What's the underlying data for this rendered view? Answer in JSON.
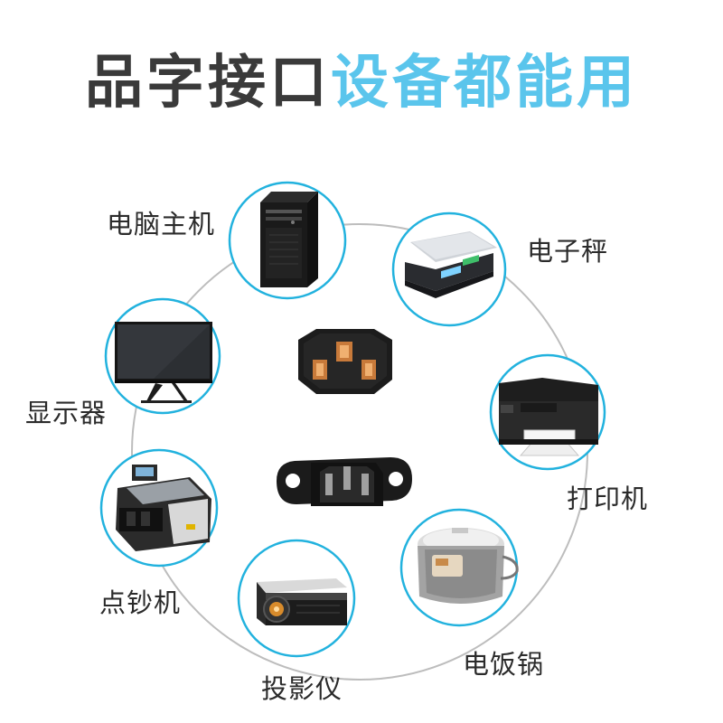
{
  "headline": {
    "part1": "品字接口",
    "part2": "设备都能用"
  },
  "colors": {
    "accent": "#5ac5ec",
    "title_dark": "#3a3a3a",
    "ring": "#22b2de",
    "orbit": "#bdbdbd"
  },
  "devices": [
    {
      "id": "pc",
      "label": "电脑主机",
      "icon": "pc-tower-icon"
    },
    {
      "id": "scale",
      "label": "电子秤",
      "icon": "electronic-scale-icon"
    },
    {
      "id": "monitor",
      "label": "显示器",
      "icon": "monitor-icon"
    },
    {
      "id": "printer",
      "label": "打印机",
      "icon": "printer-icon"
    },
    {
      "id": "counter",
      "label": "点钞机",
      "icon": "money-counter-icon"
    },
    {
      "id": "cooker",
      "label": "电饭锅",
      "icon": "rice-cooker-icon"
    },
    {
      "id": "projector",
      "label": "投影仪",
      "icon": "projector-icon"
    }
  ],
  "connectors": [
    {
      "id": "female",
      "icon": "c13-socket-icon"
    },
    {
      "id": "male",
      "icon": "c14-inlet-icon"
    }
  ]
}
